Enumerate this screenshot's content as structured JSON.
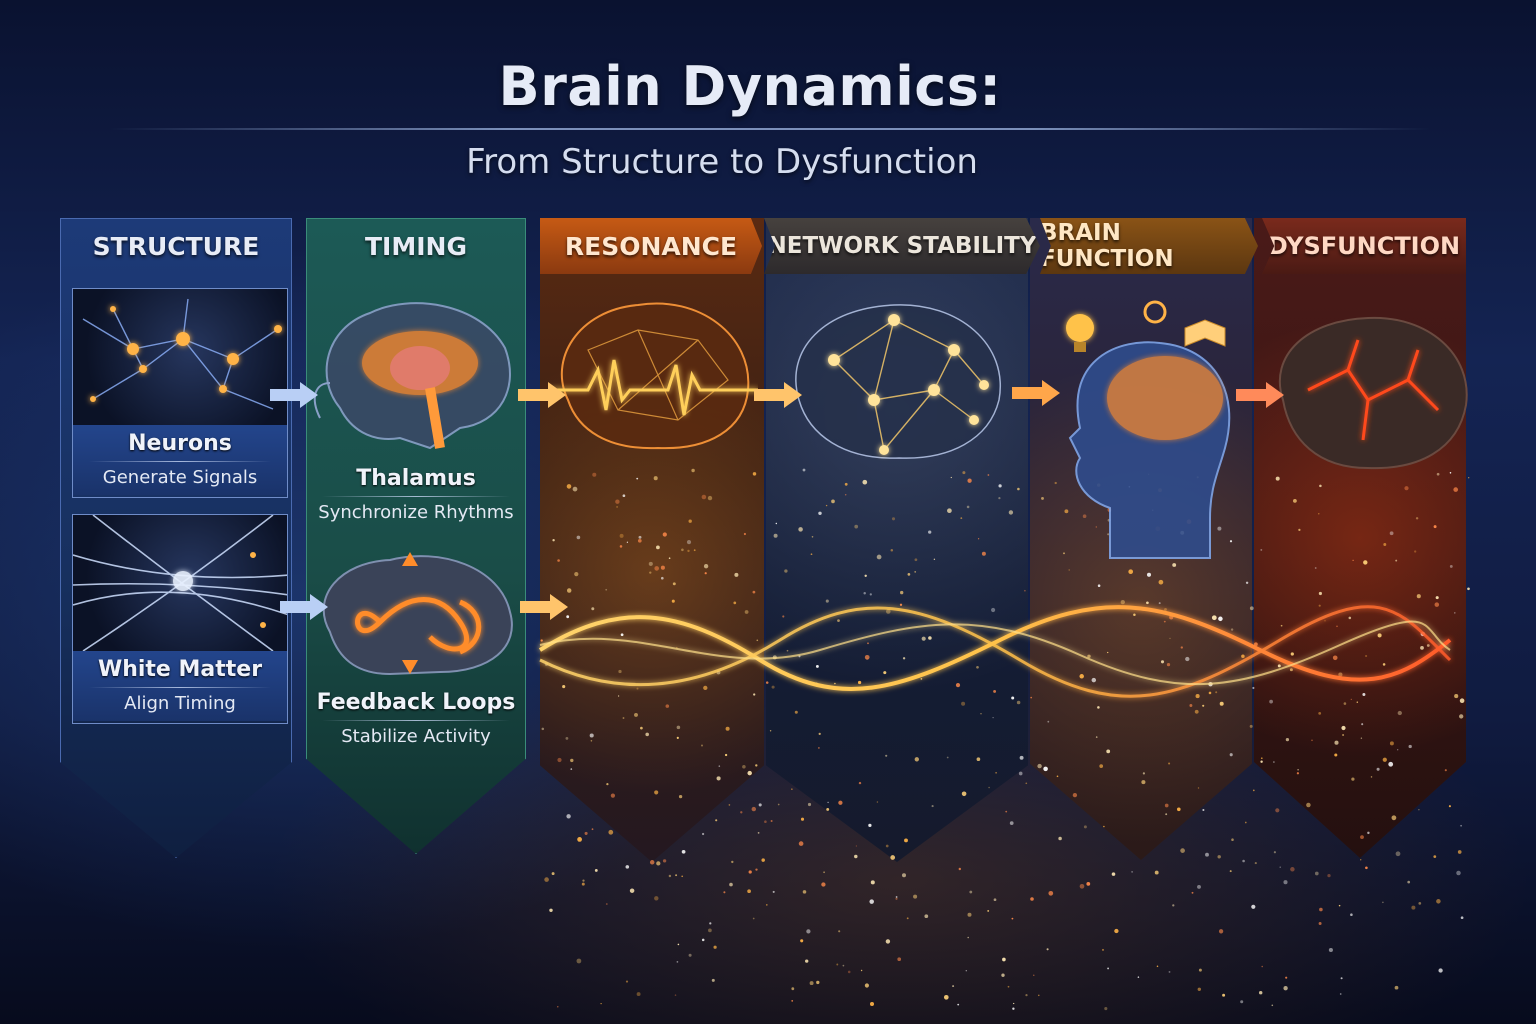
{
  "title": "Brain Dynamics:",
  "subtitle": "From Structure to Dysfunction",
  "columns": [
    {
      "header": "STRUCTURE"
    },
    {
      "header": "TIMING"
    },
    {
      "header": "RESONANCE"
    },
    {
      "header": "NETWORK STABILITY"
    },
    {
      "header": "BRAIN FUNCTION"
    },
    {
      "header": "DYSFUNCTION"
    }
  ],
  "structure_cards": [
    {
      "title": "Neurons",
      "subtitle": "Generate Signals",
      "icon": "neuron-network-icon"
    },
    {
      "title": "White Matter",
      "subtitle": "Align Timing",
      "icon": "white-matter-fibers-icon"
    }
  ],
  "timing_items": [
    {
      "title": "Thalamus",
      "subtitle": "Synchronize Rhythms",
      "icon": "thalamus-brain-icon"
    },
    {
      "title": "Feedback Loops",
      "subtitle": "Stabilize Activity",
      "icon": "feedback-loop-brain-icon"
    }
  ],
  "colors": {
    "structure": "#1d3a78",
    "timing": "#1c5a56",
    "resonance": "#c65a14",
    "network": "#2d2a2c",
    "function": "#8a5316",
    "dysfunction": "#7a2a1c",
    "wave": "#ffb02e",
    "glow": "#ff8a1c"
  }
}
